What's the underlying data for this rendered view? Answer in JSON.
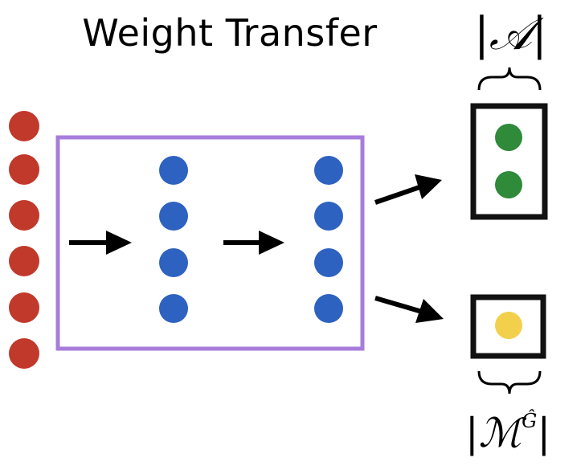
{
  "title": "Weight Transfer",
  "labels": {
    "top_set": "|𝒜|",
    "bottom_set": "|ℳ",
    "bottom_sup": "Ĝ",
    "bottom_close": "|"
  },
  "colors": {
    "input_nodes": "#c0392b",
    "hidden_nodes": "#2e62c0",
    "output_top_nodes": "#2f8a3a",
    "output_bottom_nodes": "#f2d04b",
    "network_box": "#a77ddb",
    "output_box": "#111111",
    "arrow": "#000000"
  },
  "icons": {
    "arrow": "right-arrow-icon",
    "brace": "curly-brace-icon"
  }
}
